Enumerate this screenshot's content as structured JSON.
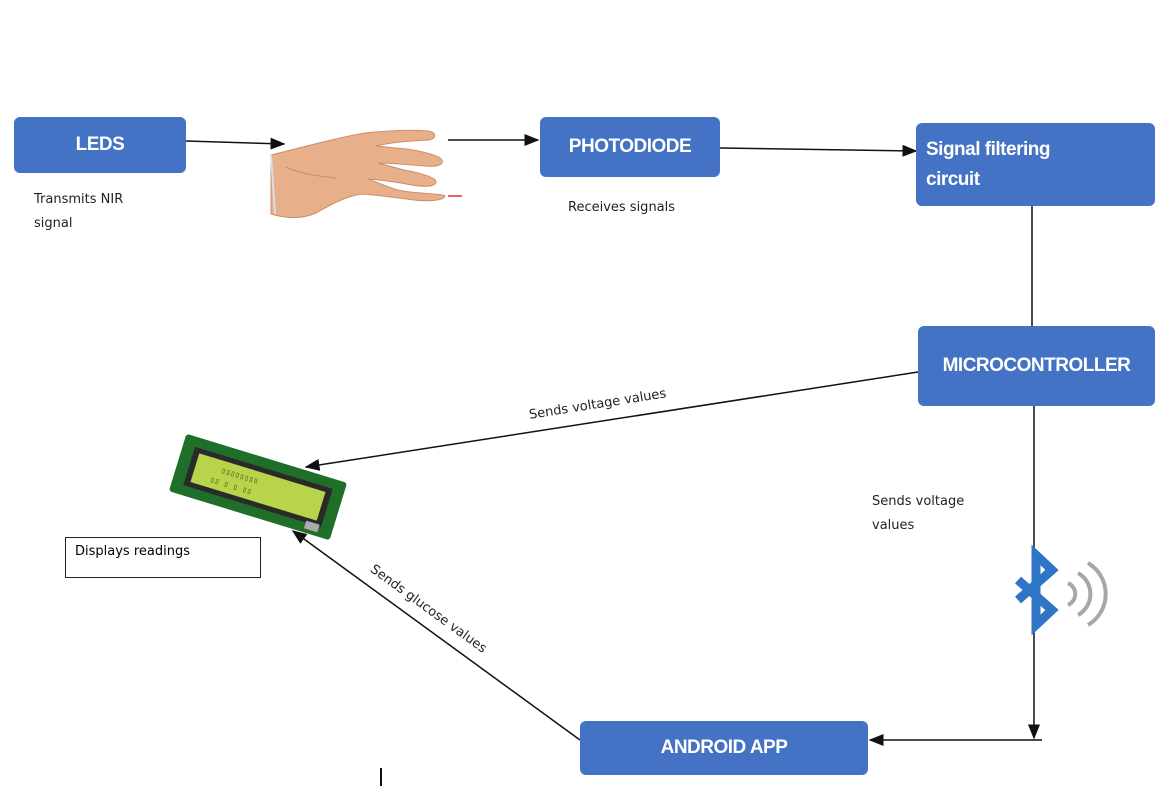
{
  "nodes": {
    "leds": "LEDS",
    "photodiode": "PHOTODIODE",
    "filter_line1": "Signal filtering",
    "filter_line2": "circuit",
    "microcontroller": "MICROCONTROLLER",
    "android": "ANDROID APP"
  },
  "captions": {
    "leds_line1": "Transmits NIR",
    "leds_line2": "signal",
    "photodiode": "Receives signals",
    "lcd": "Displays readings",
    "bt_line1": "Sends voltage",
    "bt_line2": "values"
  },
  "edge_labels": {
    "to_lcd": "Sends voltage values",
    "from_app": "Sends glucose values"
  },
  "colors": {
    "box": "#4472c4",
    "bluetooth": "#2e75c6",
    "lcd_screen": "#b8d44a"
  },
  "icons": [
    "hand-image",
    "lcd-display-icon",
    "bluetooth-icon"
  ]
}
